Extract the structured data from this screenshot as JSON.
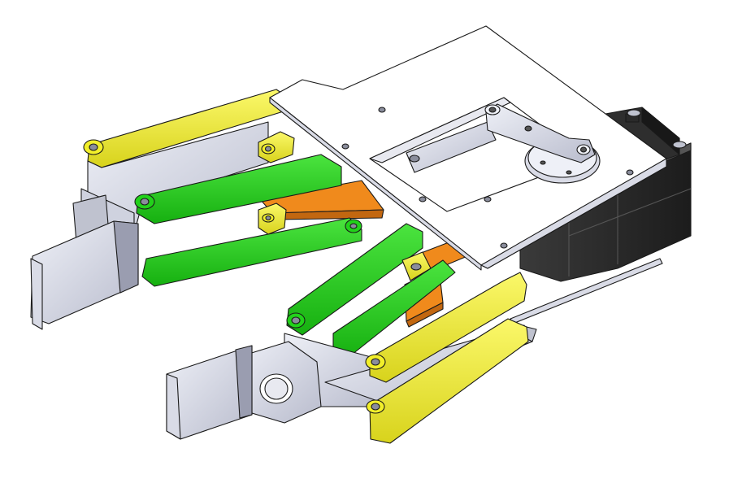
{
  "figure": {
    "colors": {
      "background": "#ffffff",
      "outline": "#1a1a1a",
      "plate": "#ffffff",
      "plate_shade": "#d9dbe6",
      "metal": "#c9ccdb",
      "metal_dark": "#9a9db0",
      "yellow_link": "#f2ef2a",
      "yellow_shade": "#c9c418",
      "green_link": "#22d21a",
      "green_shade": "#12a10d",
      "orange_link": "#f08a1c",
      "orange_shade": "#c26710",
      "servo": "#2b2b2b",
      "servo_shade": "#111111",
      "hole": "#8a8d9c"
    },
    "parts": [
      "mounting-plate",
      "servo-motor",
      "servo-horn",
      "upper-yellow-link",
      "lower-yellow-link",
      "upper-green-link",
      "lower-green-link",
      "orange-drive-link",
      "left-gripper-pad",
      "right-gripper-pad",
      "base-bracket"
    ]
  }
}
